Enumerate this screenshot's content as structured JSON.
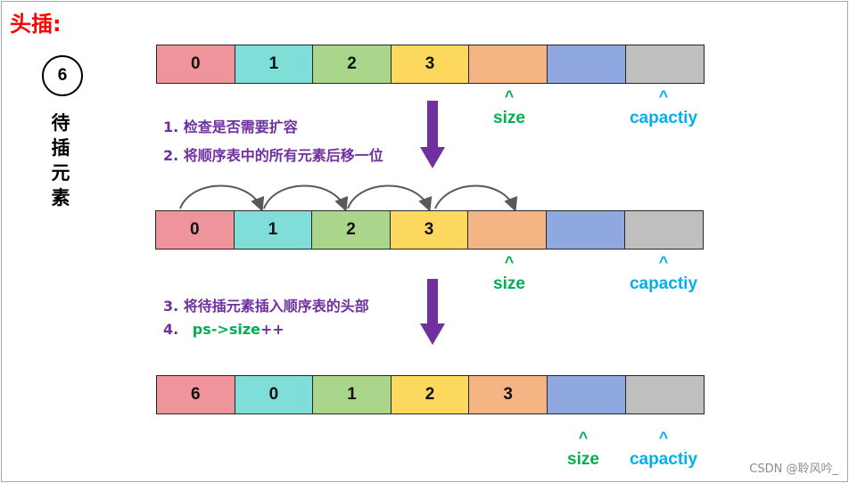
{
  "title": "头插:",
  "element": {
    "value": "6",
    "label_chars": [
      "待",
      "插",
      "元",
      "素"
    ]
  },
  "colors": [
    "#f0949b",
    "#7fdfd8",
    "#a9d68a",
    "#fcd85f",
    "#f5b483",
    "#8fa9e0",
    "#bfbfbf"
  ],
  "arrays": [
    {
      "cells": [
        "0",
        "1",
        "2",
        "3",
        "",
        "",
        ""
      ]
    },
    {
      "cells": [
        "0",
        "1",
        "2",
        "3",
        "",
        "",
        ""
      ]
    },
    {
      "cells": [
        "6",
        "0",
        "1",
        "2",
        "3",
        "",
        ""
      ]
    }
  ],
  "markers": {
    "caret": "^",
    "size": "size",
    "capacity": "capactiy",
    "size_color": "#00b050",
    "capacity_color": "#00b0f0"
  },
  "steps": {
    "s1": "1. 检查是否需要扩容",
    "s2": "2. 将顺序表中的所有元素后移一位",
    "s3": "3. 将待插元素插入顺序表的头部",
    "s4_num": "4.",
    "s4_code": "ps->size",
    "s4_op": "++"
  },
  "arrow_color": "#7030a0",
  "watermark": "CSDN @聆风吟_"
}
